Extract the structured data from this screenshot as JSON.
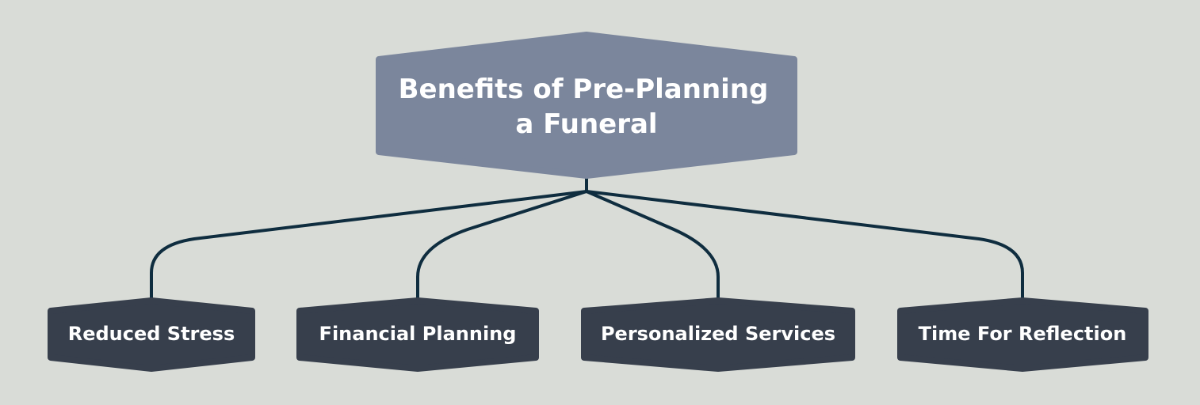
{
  "root": {
    "line1": "Benefits of Pre-Planning",
    "line2": "a Funeral"
  },
  "children": [
    {
      "label": "Reduced Stress"
    },
    {
      "label": "Financial Planning"
    },
    {
      "label": "Personalized Services"
    },
    {
      "label": "Time For Reflection"
    }
  ],
  "colors": {
    "background": "#d9dcd7",
    "root": "#7b869c",
    "child": "#373f4c",
    "connector": "#0f2d3f"
  }
}
